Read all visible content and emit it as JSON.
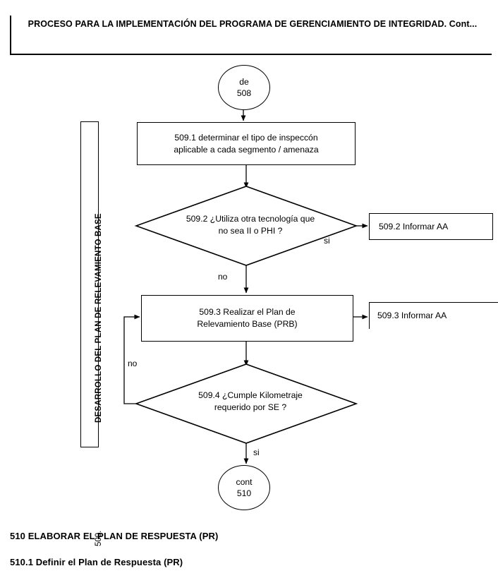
{
  "header": {
    "title": "PROCESO PARA LA IMPLEMENTACIÓN DEL PROGRAMA DE GERENCIAMIENTO DE INTEGRIDAD. Cont..."
  },
  "lane": {
    "title": "DESARROLLO DEL PLAN DE RELEVAMIENTO BASE",
    "number": "509."
  },
  "nodes": {
    "start": {
      "label": "de\n508",
      "shape": "ellipse"
    },
    "step_509_1": {
      "label": "509.1 determinar el tipo de inspeccón\naplicable a cada segmento  / amenaza",
      "shape": "process"
    },
    "decision_509_2": {
      "label": "509.2 ¿Utiliza otra tecnología que\nno sea II o PHI ?",
      "shape": "decision"
    },
    "informar_509_2": {
      "label": "509.2  Informar AA",
      "shape": "process"
    },
    "step_509_3": {
      "label": "509.3 Realizar el  Plan de\nRelevamiento Base (PRB)",
      "shape": "process"
    },
    "informar_509_3": {
      "label": "509.3 Informar AA",
      "shape": "process"
    },
    "decision_509_4": {
      "label": "509.4  ¿Cumple Kilometraje\nrequerido por SE ?",
      "shape": "decision"
    },
    "end": {
      "label": "cont\n510",
      "shape": "ellipse"
    }
  },
  "edge_labels": {
    "si_509_2": "si",
    "no_509_2": "no",
    "no_509_4": "no",
    "si_509_4": "si"
  },
  "footer": {
    "line1": "510 ELABORAR EL PLAN DE RESPUESTA (PR)",
    "line2": "510.1 Definir el Plan de Respuesta (PR)"
  },
  "colors": {
    "stroke": "#000000",
    "background": "#ffffff"
  }
}
